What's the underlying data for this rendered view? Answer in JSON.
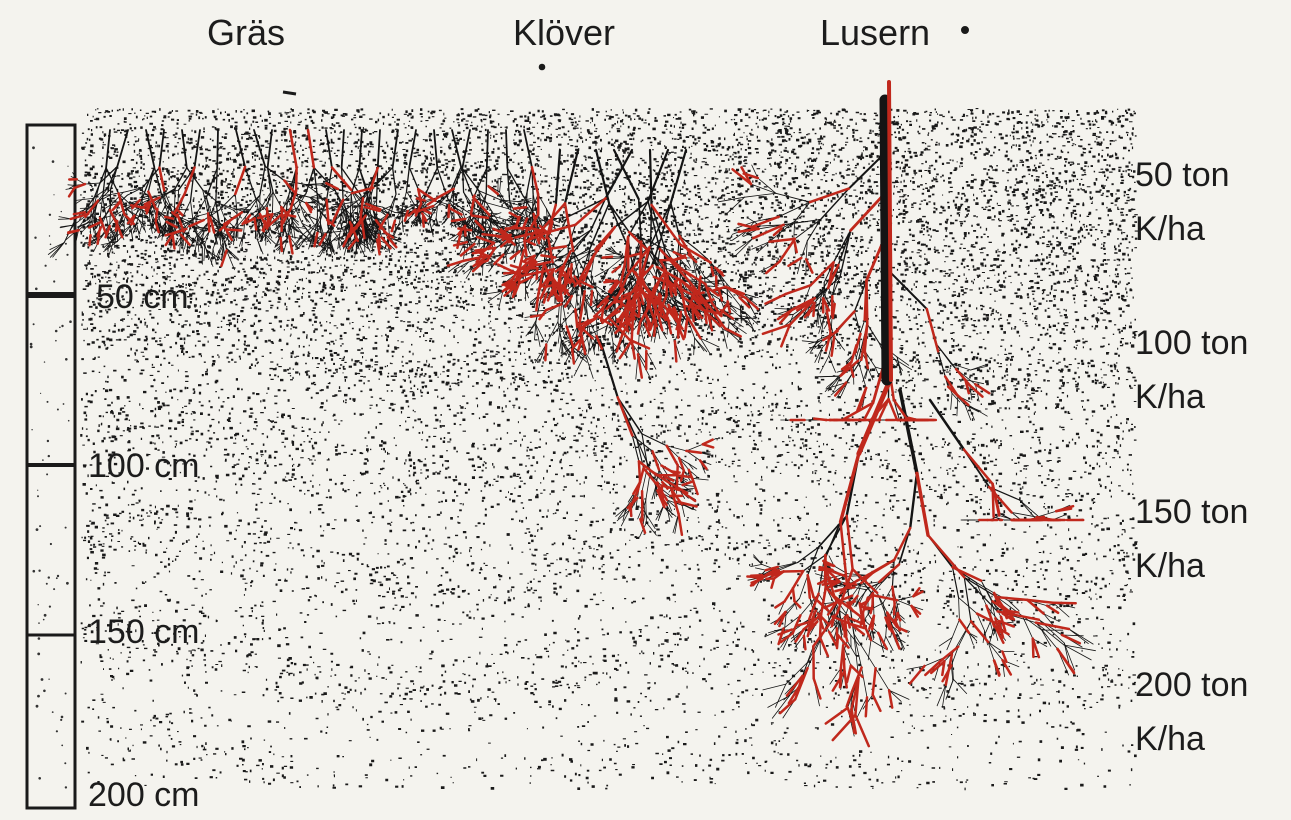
{
  "plants": {
    "grass": "Gräs",
    "clover": "Klöver",
    "lucerne": "Lusern"
  },
  "depth_scale": {
    "d50": "50 cm",
    "d100": "100 cm",
    "d150": "150 cm",
    "d200": "200 cm"
  },
  "root_mass": [
    {
      "value": "50 ton",
      "unit": "K/ha"
    },
    {
      "value": "100 ton",
      "unit": "K/ha"
    },
    {
      "value": "150 ton",
      "unit": "K/ha"
    },
    {
      "value": "200 ton",
      "unit": "K/ha"
    }
  ],
  "colors": {
    "soil": "#1a1a1a",
    "root_highlight": "#c0281c",
    "paper": "#f4f3ee"
  }
}
